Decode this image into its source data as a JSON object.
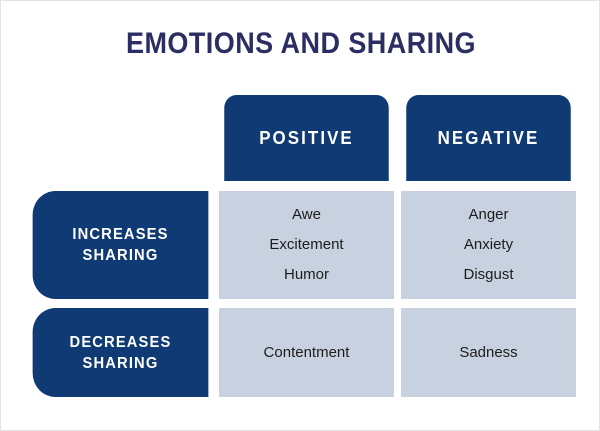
{
  "title": "EMOTIONS AND SHARING",
  "colors": {
    "navy": "#103a74",
    "title_navy": "#2b2e62",
    "cell_bg": "#c8d1e0",
    "cell_text": "#1c1c1c",
    "canvas": "#ffffff"
  },
  "matrix": {
    "column_headers": [
      {
        "label": "POSITIVE"
      },
      {
        "label": "NEGATIVE"
      }
    ],
    "rows": [
      {
        "header": "INCREASES SHARING",
        "header_line1": "INCREASES",
        "header_line2": "SHARING",
        "cells": [
          {
            "items": [
              "Awe",
              "Excitement",
              "Humor"
            ]
          },
          {
            "items": [
              "Anger",
              "Anxiety",
              "Disgust"
            ]
          }
        ]
      },
      {
        "header": "DECREASES SHARING",
        "header_line1": "DECREASES",
        "header_line2": "SHARING",
        "cells": [
          {
            "items": [
              "Contentment"
            ]
          },
          {
            "items": [
              "Sadness"
            ]
          }
        ]
      }
    ]
  }
}
